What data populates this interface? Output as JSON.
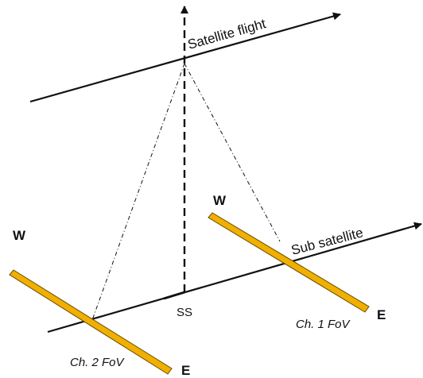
{
  "labels": {
    "satellite_flight": "Satellite flight",
    "sub_satellite": "Sub satellite",
    "ss": "SS",
    "ch1_fov": "Ch. 1 FoV",
    "ch2_fov": "Ch. 2 FoV",
    "ch1_west": "W",
    "ch1_east": "E",
    "ch2_west": "W",
    "ch2_east": "E"
  },
  "colors": {
    "fov_bar": "#f0b000",
    "fov_bar_edge": "#6a4a00",
    "line": "#111111"
  }
}
